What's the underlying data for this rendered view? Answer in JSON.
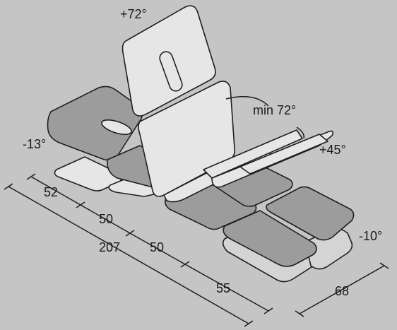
{
  "angles": {
    "backrest": "+72°",
    "backrest_min": "min 72°",
    "legs": "+45°",
    "head_section": "-13°",
    "foot_section": "-10°"
  },
  "dimensions": {
    "head": "52",
    "seat": "50",
    "total_length": "207",
    "thigh": "50",
    "leg": "55",
    "width": "68"
  }
}
